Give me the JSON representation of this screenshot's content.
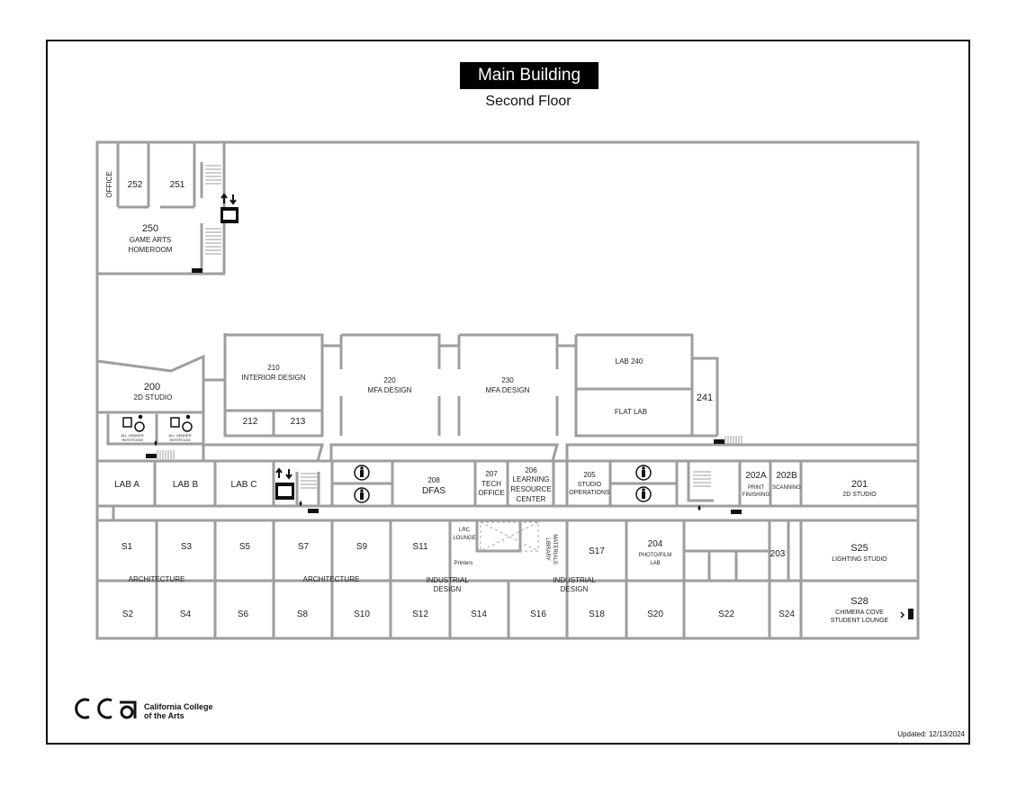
{
  "header": {
    "title": "Main Building",
    "subtitle": "Second Floor"
  },
  "rooms": {
    "office": "OFFICE",
    "r252": "252",
    "r251": "251",
    "r250": "250",
    "r250_name": "GAME ARTS",
    "r250_name2": "HOMEROOM",
    "r200": "200",
    "r200_name": "2D STUDIO",
    "r210": "210",
    "r210_name": "INTERIOR DESIGN",
    "r220": "220",
    "r220_name": "MFA DESIGN",
    "r230": "230",
    "r230_name": "MFA DESIGN",
    "lab240": "LAB 240",
    "flatlab": "FLAT LAB",
    "r241": "241",
    "r212": "212",
    "r213": "213",
    "laba": "LAB A",
    "labb": "LAB B",
    "labc": "LAB C",
    "r208": "208",
    "r208_name": "DFAS",
    "r207": "207",
    "r207_name": "TECH",
    "r207_name2": "OFFICE",
    "r206": "206",
    "r206_name": "LEARNING",
    "r206_name2": "RESOURCE",
    "r206_name3": "CENTER",
    "r205": "205",
    "r205_name": "STUDIO",
    "r205_name2": "OPERATIONS",
    "r202a": "202A",
    "r202a_name": "PRINT",
    "r202a_name2": "FINISHING",
    "r202b": "202B",
    "r202b_name": "SCANNING",
    "r201": "201",
    "r201_name": "2D STUDIO",
    "s1": "S1",
    "s3": "S3",
    "s5": "S5",
    "s7": "S7",
    "s9": "S9",
    "s11": "S11",
    "lrc": "LRC",
    "lrc2": "LOUNGE",
    "printers": "Printers",
    "materials": "MATERIALS",
    "library": "LIBRARY",
    "s17": "S17",
    "r204": "204",
    "r204_name": "PHOTO/FILM",
    "r204_name2": "LAB",
    "r203": "203",
    "s25": "S25",
    "s25_name": "LIGHTING STUDIO",
    "arch1": "ARCHITECTURE",
    "arch2": "ARCHITECTURE",
    "ind1": "INDUSTRIAL",
    "ind1b": "DESIGN",
    "ind2": "INDUSTRIAL",
    "ind2b": "DESIGN",
    "s28": "S28",
    "s28_name": "CHIMERA COVE",
    "s28_name2": "STUDENT LOUNGE",
    "s2": "S2",
    "s4": "S4",
    "s6": "S6",
    "s8": "S8",
    "s10": "S10",
    "s12": "S12",
    "s14": "S14",
    "s16": "S16",
    "s18": "S18",
    "s20": "S20",
    "s22": "S22",
    "s24": "S24",
    "allgender1": "ALL GENDER",
    "allgender1b": "RESTROOM",
    "allgender2": "ALL GENDER",
    "allgender2b": "RESTROOM",
    "exit": "EXIT"
  },
  "footer": {
    "logo_mark": "CCɑ",
    "logo_text1": "California College",
    "logo_text2": "of the Arts",
    "updated": "Updated: 12/13/2024"
  },
  "colors": {
    "wall": "#9e9e9e",
    "ink": "#111111"
  },
  "icons": [
    "elevator-icon",
    "accessible-restroom-icon",
    "restroom-icon",
    "water-fountain-icon",
    "stairs-icon",
    "exit-sign-icon"
  ]
}
